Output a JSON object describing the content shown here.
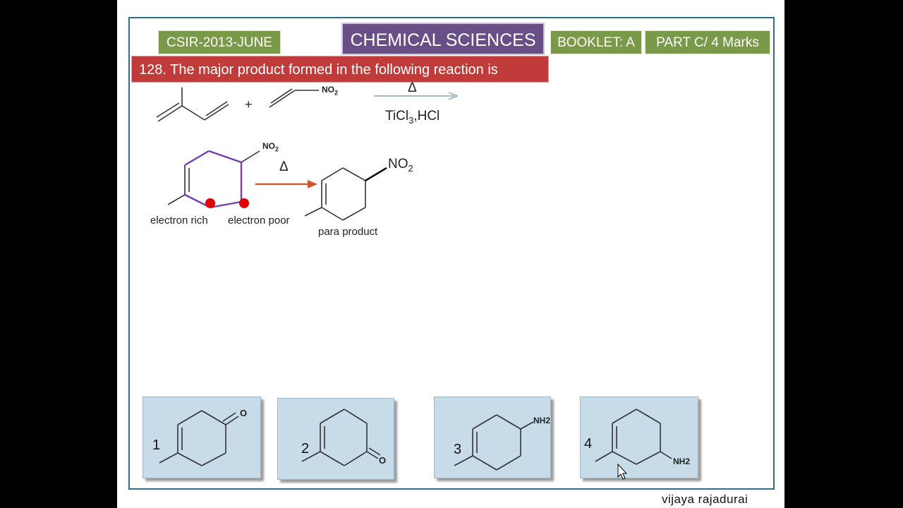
{
  "header": {
    "left_tag": "CSIR-2013-JUNE",
    "center_title": "CHEMICAL SCIENCES",
    "booklet_tag": "BOOKLET: A",
    "part_tag": "PART C/ 4 Marks"
  },
  "question": {
    "text": "128. The major product formed in the following reaction is"
  },
  "reaction": {
    "plus": "+",
    "reagent_group": "NO",
    "reagent_sub": "2",
    "heat": "Δ",
    "conditions_main": "TiCl",
    "conditions_sub": "3",
    "conditions_tail": ",HCl"
  },
  "mechanism": {
    "substituent": "NO",
    "substituent_sub": "2",
    "heat": "Δ",
    "product_group": "NO",
    "product_sub": "2",
    "label_rich": "electron rich",
    "label_poor": "electron poor",
    "label_product": "para  product"
  },
  "options": [
    {
      "number": "1",
      "group": "O"
    },
    {
      "number": "2",
      "group": "O"
    },
    {
      "number": "3",
      "group": "NH2"
    },
    {
      "number": "4",
      "group": "NH2"
    }
  ],
  "footer": {
    "credit": "vijaya  rajadurai"
  },
  "colors": {
    "mechanism_bond": "#7a3bb0",
    "arrow": "#d0562a",
    "dot": "#e00000"
  }
}
